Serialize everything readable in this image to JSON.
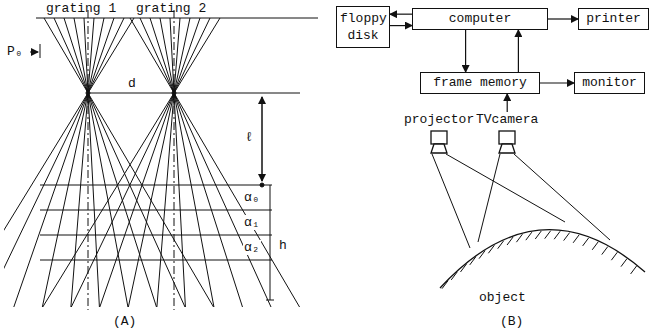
{
  "diagram": {
    "nodes": [
      {
        "text": [
          "floppy disk"
        ]
      },
      {
        "text": [
          "computer"
        ]
      },
      {
        "text": [
          "printer"
        ]
      },
      {
        "text": [
          "frame memory"
        ]
      },
      {
        "text": [
          "monitor"
        ]
      },
      {
        "text": [
          "projector"
        ]
      },
      {
        "text": [
          "TVcamera"
        ]
      }
    ],
    "edges": [
      {
        "from": 1,
        "to": 0,
        "arrow": "to"
      },
      {
        "from": 0,
        "to": 1,
        "arrow": "to"
      },
      {
        "from": 1,
        "to": 2,
        "arrow": "to"
      },
      {
        "from": 1,
        "to": 3,
        "arrow": "to"
      },
      {
        "from": 3,
        "to": 1,
        "arrow": "to"
      },
      {
        "from": 3,
        "to": 4,
        "arrow": "to"
      },
      {
        "from": 6,
        "to": 3,
        "arrow": "to"
      }
    ],
    "labels": [
      "grating 1",
      "grating 2",
      "P₀",
      "d",
      "ℓ",
      "α₀",
      "α₁",
      "α₂",
      "h",
      "(A)",
      "(B)",
      "object"
    ]
  }
}
